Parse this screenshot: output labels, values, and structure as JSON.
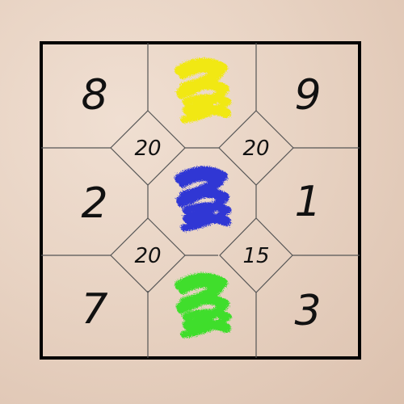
{
  "puzzle": {
    "cells": {
      "top_left": "8",
      "top_right": "9",
      "middle_left": "2",
      "middle_right": "1",
      "bottom_left": "7",
      "bottom_right": "3"
    },
    "diamonds": {
      "upper_left": "20",
      "upper_right": "20",
      "lower_left": "20",
      "lower_right": "15"
    },
    "blank_cells": [
      {
        "position": "top-center",
        "mark_color": "#f2ea05"
      },
      {
        "position": "center",
        "mark_color": "#1f28d6"
      },
      {
        "position": "bottom-center",
        "mark_color": "#2ee01c"
      }
    ]
  },
  "colors": {
    "grid_line": "#000000",
    "inner_line": "#555555",
    "text": "#111111"
  }
}
